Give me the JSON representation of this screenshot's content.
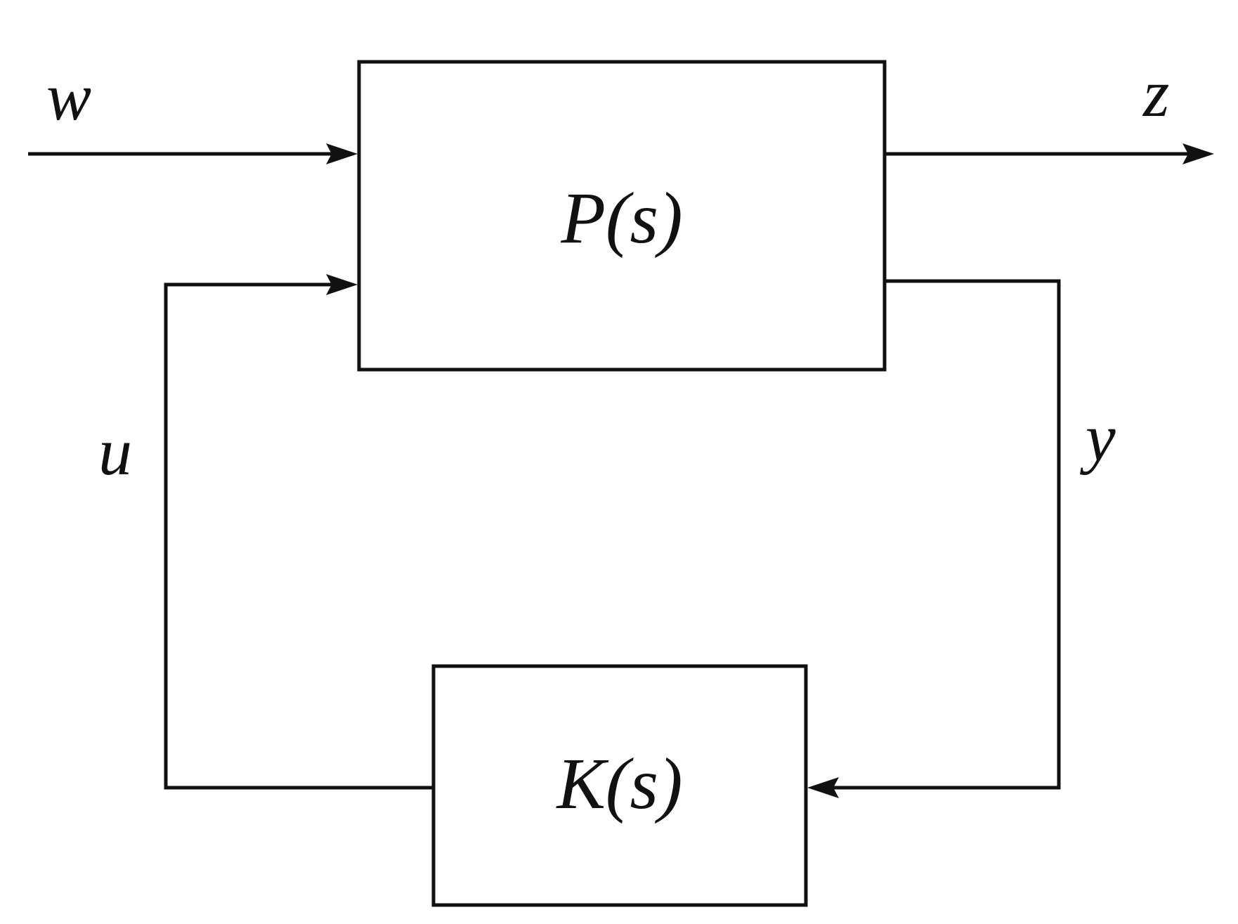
{
  "diagram": {
    "blocks": {
      "plant": {
        "label": "P(s)"
      },
      "controller": {
        "label": "K(s)"
      }
    },
    "signals": {
      "w": "w",
      "z": "z",
      "u": "u",
      "y": "y"
    }
  }
}
